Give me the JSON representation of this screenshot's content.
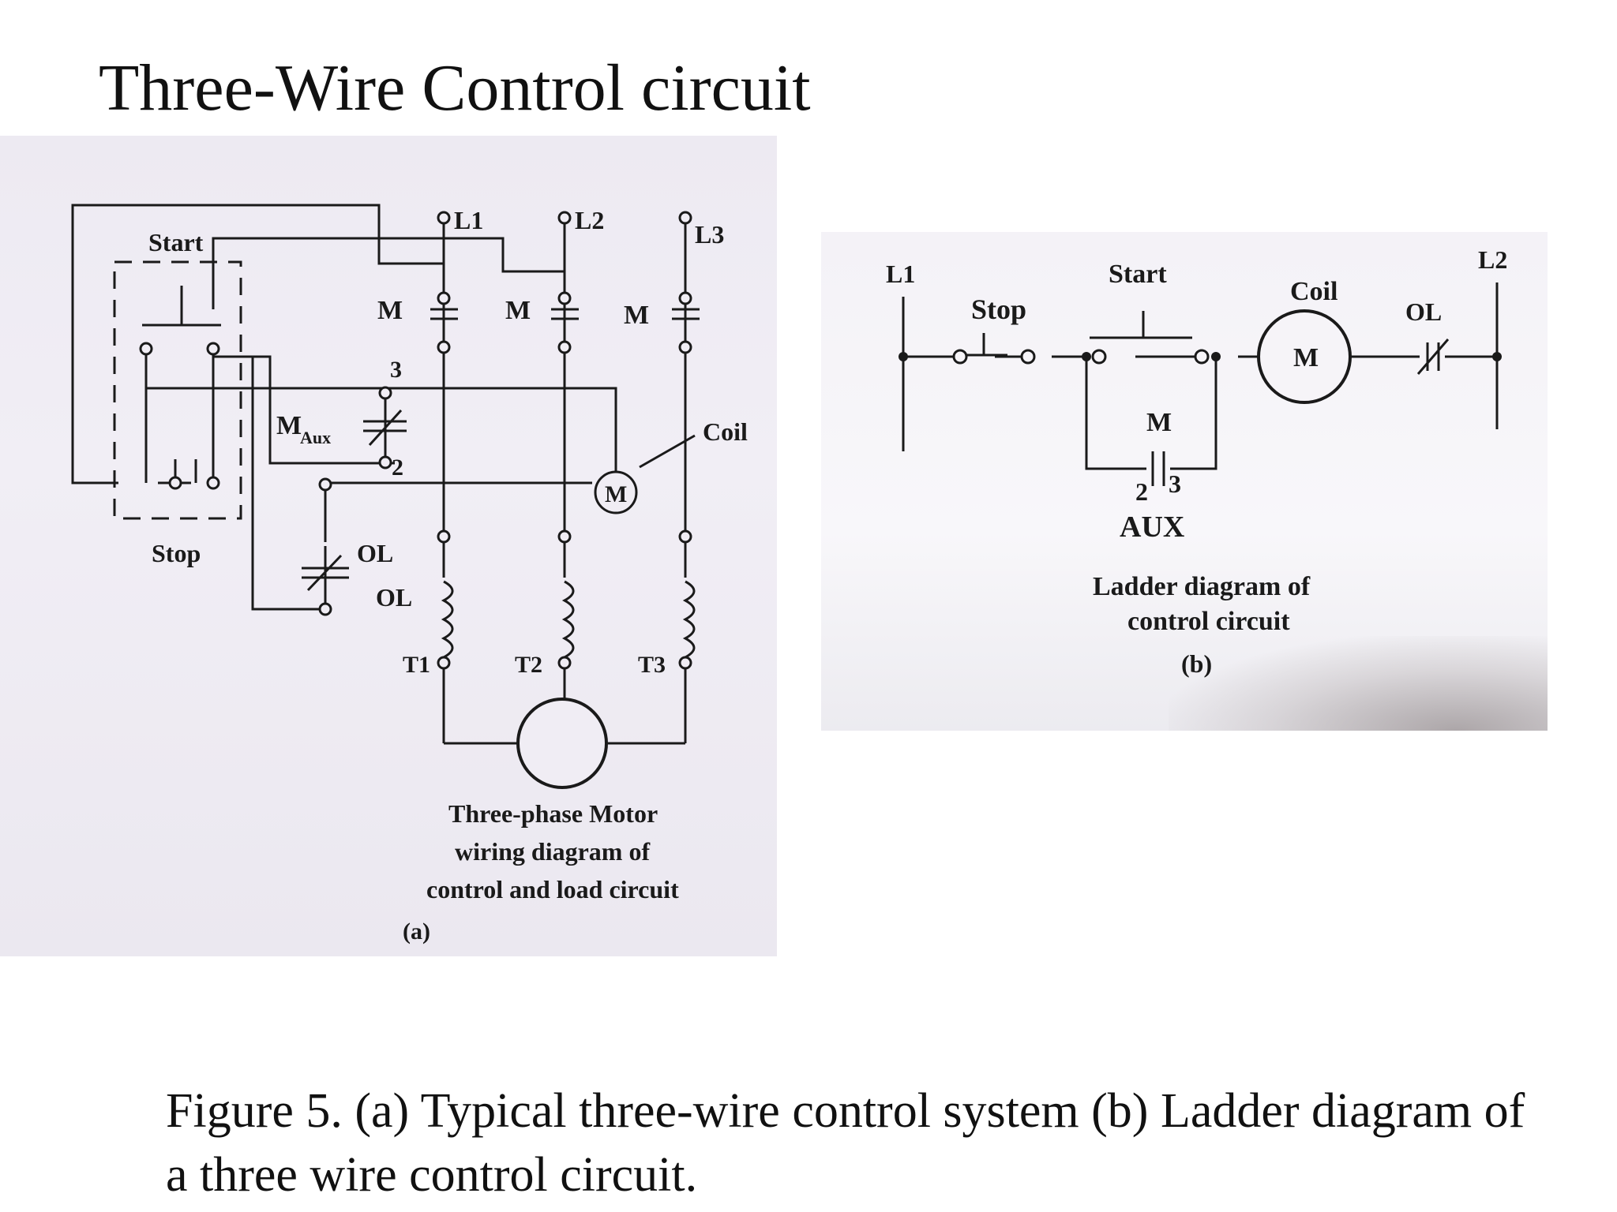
{
  "title": "Three-Wire Control circuit",
  "figure_a": {
    "start": "Start",
    "stop": "Stop",
    "l1": "L1",
    "l2": "L2",
    "l3": "L3",
    "m": "M",
    "m_aux": "M",
    "aux": "Aux",
    "num3": "3",
    "num2": "2",
    "coil": "Coil",
    "motor_m": "M",
    "ol": "OL",
    "t1": "T1",
    "t2": "T2",
    "t3": "T3",
    "caption_line1": "Three-phase Motor",
    "caption_line2": "wiring diagram of",
    "caption_line3": "control and load circuit",
    "caption_tag": "(a)"
  },
  "figure_b": {
    "l1": "L1",
    "l2": "L2",
    "stop": "Stop",
    "start": "Start",
    "coil": "Coil",
    "ol": "OL",
    "m_coil": "M",
    "m_aux": "M",
    "n2": "2",
    "n3": "3",
    "aux": "AUX",
    "caption_line1": "Ladder diagram of",
    "caption_line2": "control circuit",
    "caption_tag": "(b)"
  },
  "caption": "Figure 5. (a) Typical three-wire control system (b) Ladder diagram of a three wire control circuit."
}
